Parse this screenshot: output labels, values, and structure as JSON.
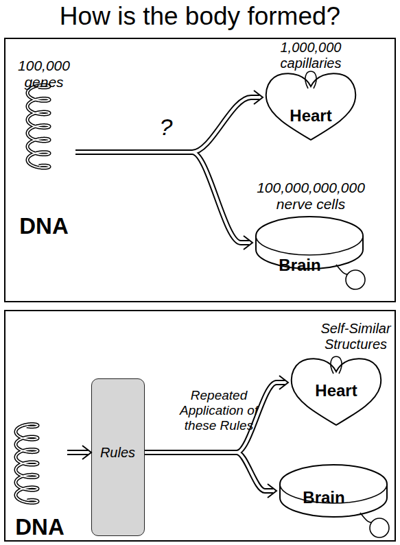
{
  "diagram": {
    "title": "How is the body formed?",
    "nodes": [
      {
        "text": []
      },
      {
        "text": [
          "100,000 genes",
          "DNA"
        ],
        "in": 0
      },
      {
        "text": [
          "1,000,000 capillaries",
          "Heart"
        ],
        "in": 0
      },
      {
        "text": [
          "100,000,000,000 nerve cells",
          "Brain"
        ],
        "in": 0
      },
      {
        "text": []
      },
      {
        "text": [
          "DNA"
        ],
        "in": 4
      },
      {
        "text": [
          "Rules"
        ],
        "in": 4
      },
      {
        "text": [
          "Heart"
        ],
        "in": 4
      },
      {
        "text": [
          "Brain"
        ],
        "in": 4
      }
    ],
    "edges": [
      {
        "from": 1,
        "to": 2,
        "arrow": "to",
        "label": "?"
      },
      {
        "from": 1,
        "to": 3,
        "arrow": "to"
      },
      {
        "from": 5,
        "to": 6,
        "arrow": "to"
      },
      {
        "from": 6,
        "to": 7,
        "arrow": "to",
        "label": "Repeated Application of these Rules"
      },
      {
        "from": 6,
        "to": 8,
        "arrow": "to"
      }
    ],
    "labels": [
      "Self-Similar Structures"
    ]
  }
}
